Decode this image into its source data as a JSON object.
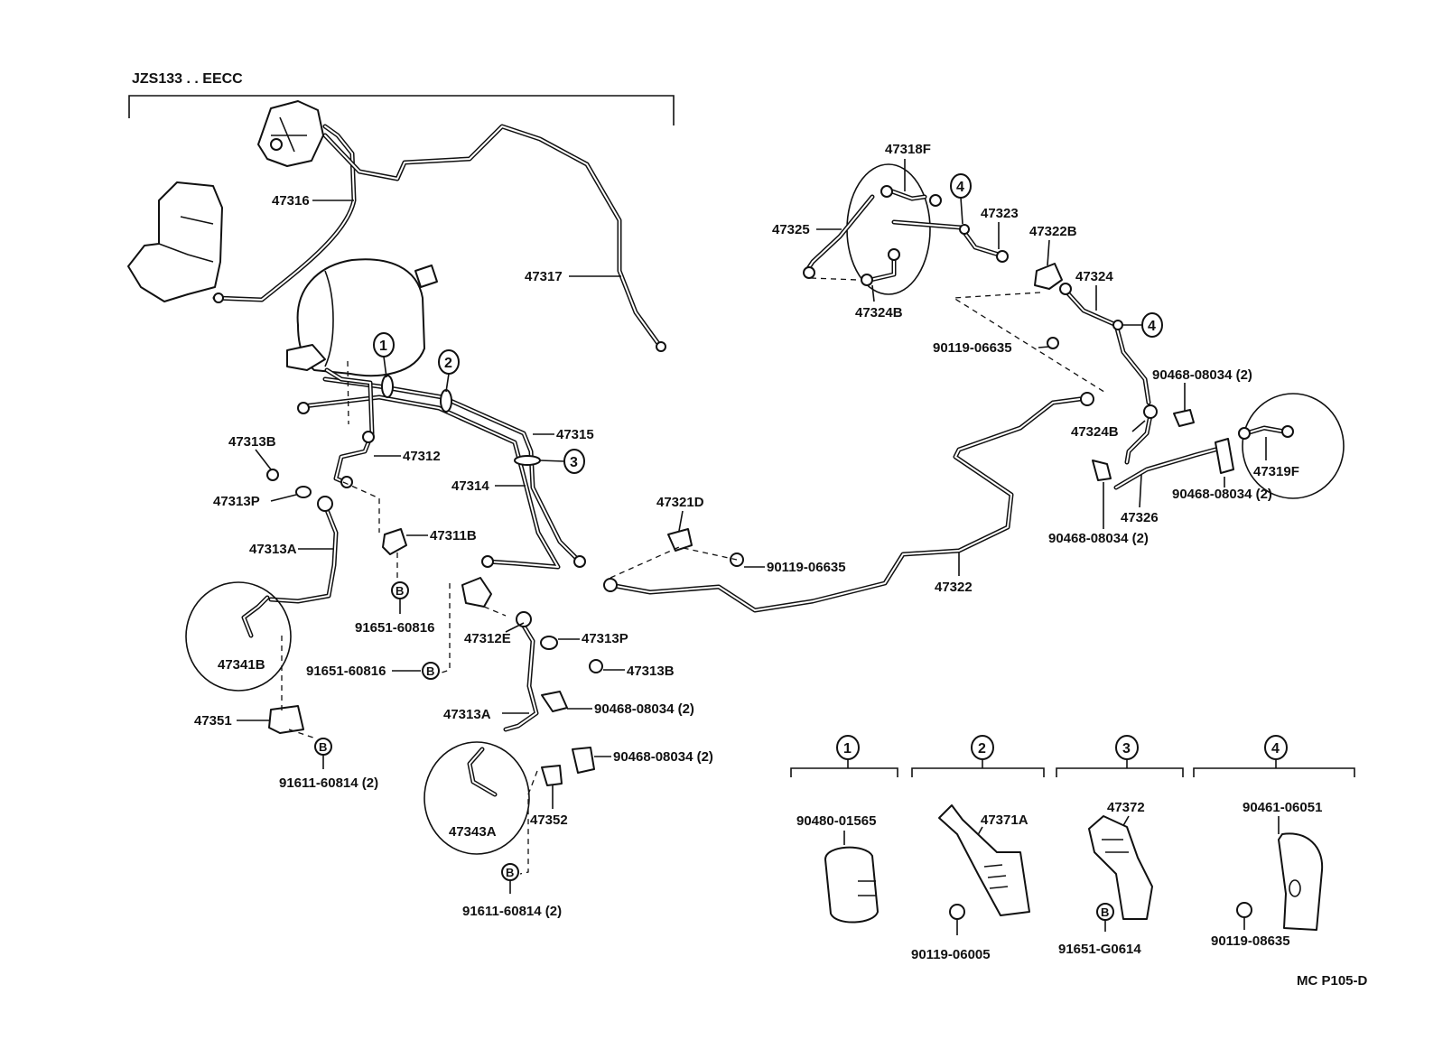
{
  "header": {
    "model": "JZS133 . . EECC"
  },
  "footer": {
    "code": "MC  P105-D"
  },
  "callout_marks": {
    "m1": "1",
    "m2": "2",
    "m3": "3",
    "m4": "4",
    "b": "B"
  },
  "labels": {
    "p47316": "47316",
    "p47317": "47317",
    "p47315": "47315",
    "p47314": "47314",
    "p47312": "47312",
    "p47313B_a": "47313B",
    "p47313P_a": "47313P",
    "p47313A_a": "47313A",
    "p47311B": "47311B",
    "p91651_a": "91651-60816",
    "p47341B": "47341B",
    "p47351": "47351",
    "p91611_a": "91611-60814 (2)",
    "p91651_b": "91651-60816",
    "p47312E": "47312E",
    "p47313P_b": "47313P",
    "p47313B_b": "47313B",
    "p47313A_b": "47313A",
    "p90468_a": "90468-08034 (2)",
    "p90468_b": "90468-08034 (2)",
    "p47343A": "47343A",
    "p47352": "47352",
    "p91611_b": "91611-60814 (2)",
    "p47321D": "47321D",
    "p90119_a": "90119-06635",
    "p47322": "47322",
    "p47318F": "47318F",
    "p47325": "47325",
    "p47323": "47323",
    "p47322B": "47322B",
    "p47324B_a": "47324B",
    "p47324": "47324",
    "p90119_b": "90119-06635",
    "p90468_c": "90468-08034 (2)",
    "p47324B_b": "47324B",
    "p47319F": "47319F",
    "p47326": "47326",
    "p90468_d": "90468-08034 (2)",
    "p90468_e": "90468-08034 (2)"
  },
  "detail_panels": [
    {
      "mark": "1",
      "parts": [
        "90480-01565"
      ]
    },
    {
      "mark": "2",
      "parts": [
        "47371A",
        "90119-06005"
      ]
    },
    {
      "mark": "3",
      "parts": [
        "47372",
        "91651-G0614"
      ]
    },
    {
      "mark": "4",
      "parts": [
        "90461-06051",
        "90119-08635"
      ]
    }
  ]
}
